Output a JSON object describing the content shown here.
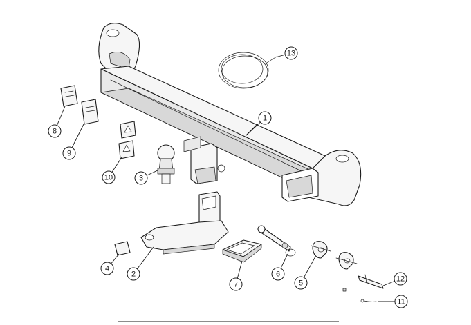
{
  "diagram": {
    "callouts": [
      {
        "id": "1",
        "label": "1"
      },
      {
        "id": "2",
        "label": "2"
      },
      {
        "id": "3",
        "label": "3"
      },
      {
        "id": "4",
        "label": "4"
      },
      {
        "id": "5",
        "label": "5"
      },
      {
        "id": "6",
        "label": "6"
      },
      {
        "id": "7",
        "label": "7"
      },
      {
        "id": "8",
        "label": "8"
      },
      {
        "id": "9",
        "label": "9"
      },
      {
        "id": "10",
        "label": "10"
      },
      {
        "id": "11",
        "label": "11"
      },
      {
        "id": "12",
        "label": "12"
      },
      {
        "id": "13",
        "label": "13"
      }
    ],
    "colors": {
      "stroke": "#1a1a1a",
      "part_fill": "#f6f6f6",
      "shade": "#d8d8d8",
      "background": "#ffffff"
    }
  }
}
